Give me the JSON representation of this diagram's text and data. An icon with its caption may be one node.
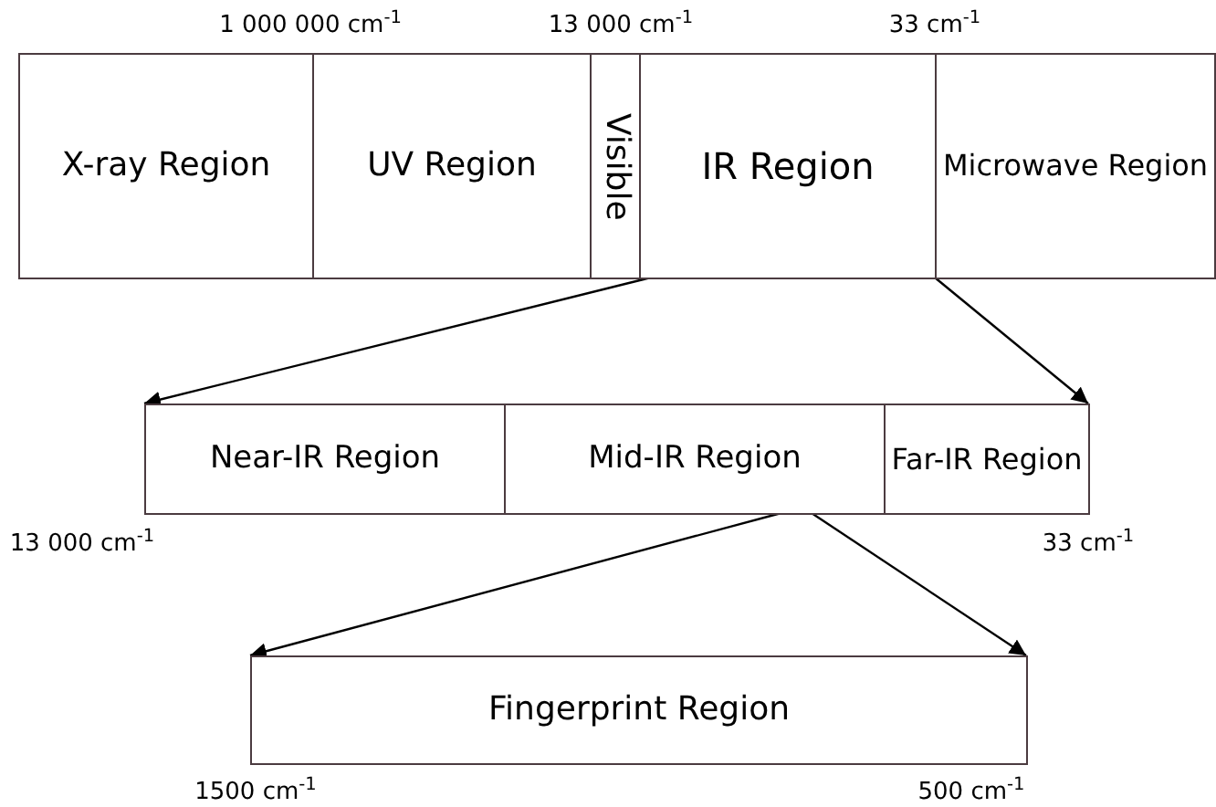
{
  "diagram": {
    "nodes": [
      {
        "text": [
          "X-ray Region"
        ]
      },
      {
        "text": [
          "UV Region"
        ]
      },
      {
        "text": [
          "Visible"
        ]
      },
      {
        "text": [
          "IR Region"
        ]
      },
      {
        "text": [
          "Microwave Region"
        ]
      },
      {
        "text": [
          "Near-IR Region"
        ]
      },
      {
        "text": [
          "Mid-IR Region"
        ]
      },
      {
        "text": [
          "Far-IR Region"
        ]
      },
      {
        "text": [
          "Fingerprint Region"
        ]
      }
    ],
    "edges": [
      {
        "from": 3,
        "to": 5,
        "arrow": "to"
      },
      {
        "from": 3,
        "to": 7,
        "arrow": "to"
      },
      {
        "from": 6,
        "to": 8,
        "arrow": "to"
      },
      {
        "from": 6,
        "to": 8,
        "arrow": "to"
      }
    ],
    "labels": [
      "1 000 000 cm$^{-1}$",
      "13 000 cm$^{-1}$",
      "33 cm$^{-1}$",
      "13 000 cm$^{-1}$",
      "33 cm$^{-1}$",
      "1500 cm$^{-1}$",
      "500 cm$^{-1}$"
    ]
  }
}
